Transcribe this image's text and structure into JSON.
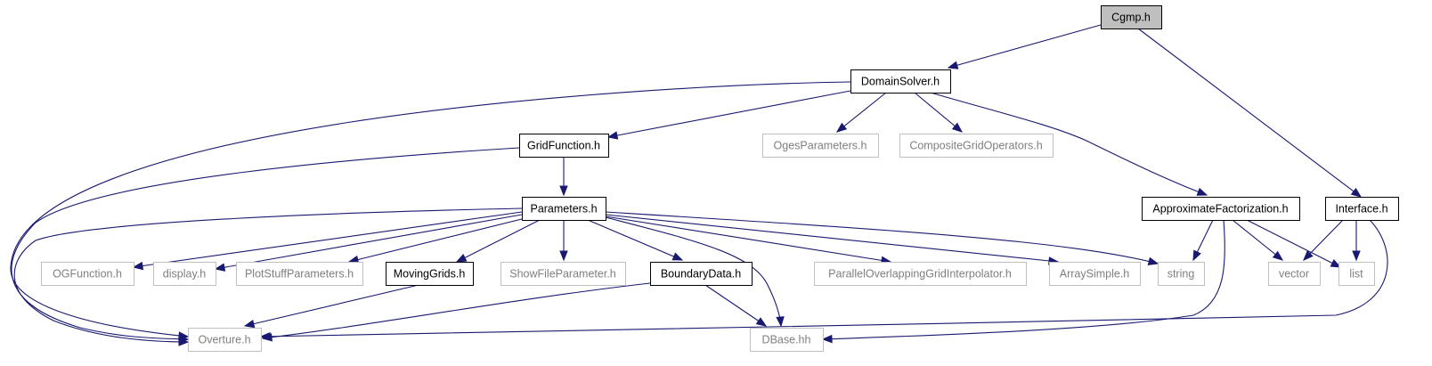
{
  "colors": {
    "edge": "#191970",
    "root_fill": "#bfbfbf",
    "documented_border": "#000000",
    "undocumented_border": "#bfbfbf",
    "undocumented_text": "#7f7f7f"
  },
  "nodes": [
    {
      "id": "cgmp",
      "label": "Cgmp.h",
      "kind": "root"
    },
    {
      "id": "domainsolver",
      "label": "DomainSolver.h",
      "kind": "documented"
    },
    {
      "id": "interface",
      "label": "Interface.h",
      "kind": "documented"
    },
    {
      "id": "gridfunction",
      "label": "GridFunction.h",
      "kind": "documented"
    },
    {
      "id": "ogesparameters",
      "label": "OgesParameters.h",
      "kind": "undocumented"
    },
    {
      "id": "compositegridoperators",
      "label": "CompositeGridOperators.h",
      "kind": "undocumented"
    },
    {
      "id": "approximatefactorization",
      "label": "ApproximateFactorization.h",
      "kind": "documented"
    },
    {
      "id": "parameters",
      "label": "Parameters.h",
      "kind": "documented"
    },
    {
      "id": "ogfunction",
      "label": "OGFunction.h",
      "kind": "undocumented"
    },
    {
      "id": "display",
      "label": "display.h",
      "kind": "undocumented"
    },
    {
      "id": "plotstuffparameters",
      "label": "PlotStuffParameters.h",
      "kind": "undocumented"
    },
    {
      "id": "movinggrids",
      "label": "MovingGrids.h",
      "kind": "documented"
    },
    {
      "id": "showfileparameter",
      "label": "ShowFileParameter.h",
      "kind": "undocumented"
    },
    {
      "id": "boundarydata",
      "label": "BoundaryData.h",
      "kind": "documented"
    },
    {
      "id": "paralleloverlappinggridinterpolator",
      "label": "ParallelOverlappingGridInterpolator.h",
      "kind": "undocumented"
    },
    {
      "id": "arraysimple",
      "label": "ArraySimple.h",
      "kind": "undocumented"
    },
    {
      "id": "string",
      "label": "string",
      "kind": "undocumented"
    },
    {
      "id": "vector",
      "label": "vector",
      "kind": "undocumented"
    },
    {
      "id": "list",
      "label": "list",
      "kind": "undocumented"
    },
    {
      "id": "overture",
      "label": "Overture.h",
      "kind": "undocumented"
    },
    {
      "id": "dbase",
      "label": "DBase.hh",
      "kind": "undocumented"
    }
  ],
  "edges": [
    {
      "from": "cgmp",
      "to": "domainsolver"
    },
    {
      "from": "cgmp",
      "to": "interface"
    },
    {
      "from": "domainsolver",
      "to": "overture"
    },
    {
      "from": "domainsolver",
      "to": "gridfunction"
    },
    {
      "from": "domainsolver",
      "to": "ogesparameters"
    },
    {
      "from": "domainsolver",
      "to": "compositegridoperators"
    },
    {
      "from": "domainsolver",
      "to": "approximatefactorization"
    },
    {
      "from": "gridfunction",
      "to": "overture"
    },
    {
      "from": "gridfunction",
      "to": "parameters"
    },
    {
      "from": "parameters",
      "to": "overture"
    },
    {
      "from": "parameters",
      "to": "ogfunction"
    },
    {
      "from": "parameters",
      "to": "display"
    },
    {
      "from": "parameters",
      "to": "plotstuffparameters"
    },
    {
      "from": "parameters",
      "to": "movinggrids"
    },
    {
      "from": "parameters",
      "to": "showfileparameter"
    },
    {
      "from": "parameters",
      "to": "boundarydata"
    },
    {
      "from": "parameters",
      "to": "dbase"
    },
    {
      "from": "parameters",
      "to": "paralleloverlappinggridinterpolator"
    },
    {
      "from": "parameters",
      "to": "arraysimple"
    },
    {
      "from": "parameters",
      "to": "string"
    },
    {
      "from": "movinggrids",
      "to": "overture"
    },
    {
      "from": "boundarydata",
      "to": "overture"
    },
    {
      "from": "boundarydata",
      "to": "dbase"
    },
    {
      "from": "approximatefactorization",
      "to": "string"
    },
    {
      "from": "approximatefactorization",
      "to": "vector"
    },
    {
      "from": "approximatefactorization",
      "to": "list"
    },
    {
      "from": "approximatefactorization",
      "to": "dbase"
    },
    {
      "from": "interface",
      "to": "vector"
    },
    {
      "from": "interface",
      "to": "list"
    },
    {
      "from": "interface",
      "to": "overture"
    }
  ]
}
